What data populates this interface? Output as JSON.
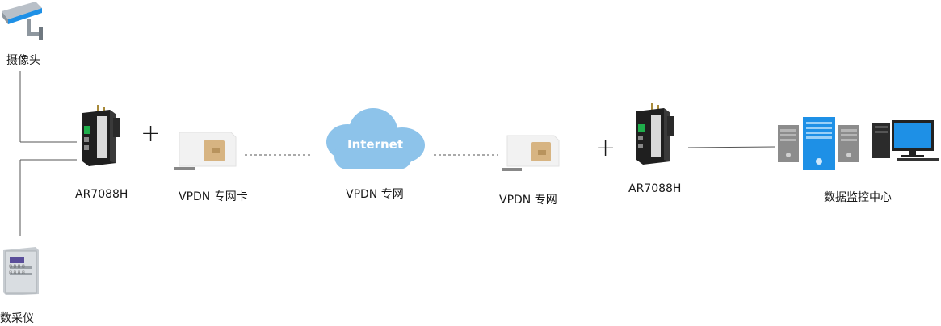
{
  "labels": {
    "camera": "摄像头",
    "collector": "数采仪",
    "router_left": "AR7088H",
    "sim_left": "VPDN 专网卡",
    "cloud_caption": "VPDN 专网",
    "cloud_text": "Internet",
    "sim_right": "VPDN  专网",
    "router_right": "AR7088H",
    "center": "数据监控中心"
  },
  "plus_sign": "+",
  "device_panel_text": {
    "row1": "日 日 日 日",
    "row2": "日 日 日 日"
  },
  "colors": {
    "line": "#555555",
    "cloud": "#8dc3ea",
    "server_blue": "#1e90e6",
    "server_gray": "#8c8c8c",
    "sim_chip": "#d7b482",
    "router_body": "#1f1f1f",
    "router_green": "#1fae4b"
  }
}
